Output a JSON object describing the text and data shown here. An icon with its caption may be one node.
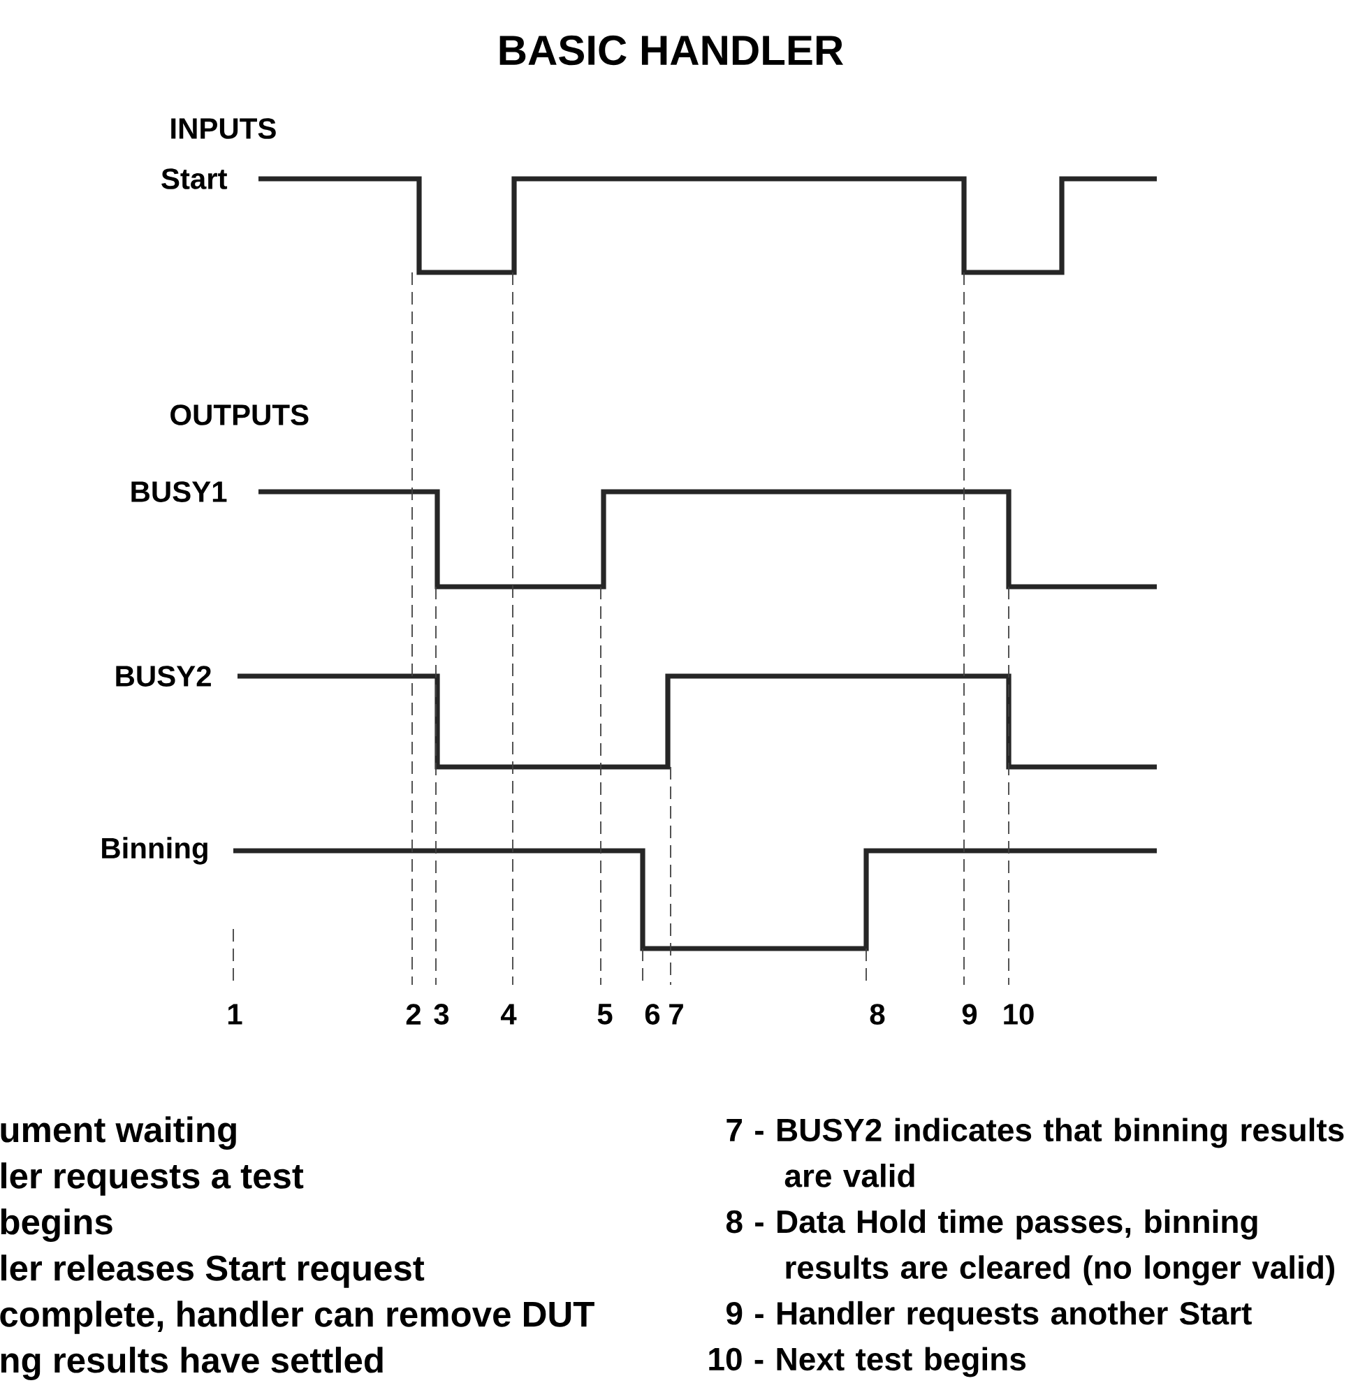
{
  "diagram": {
    "title": "BASIC HANDLER",
    "labels": [
      "INPUTS",
      "Start",
      "OUTPUTS",
      "BUSY1",
      "BUSY2",
      "Binning",
      "1",
      "2",
      "3",
      "4",
      "5",
      "6",
      "7",
      "8",
      "9",
      "10",
      "ument waiting",
      "ler requests a test",
      "begins",
      "ler releases Start request",
      "complete, handler can remove DUT",
      "ng results have settled",
      "7 - BUSY2 indicates that binning results are valid",
      "8 - Data Hold time passes, binning results are cleared (no longer valid)",
      "9 - Handler requests another Start",
      "10 - Next test begins"
    ]
  }
}
